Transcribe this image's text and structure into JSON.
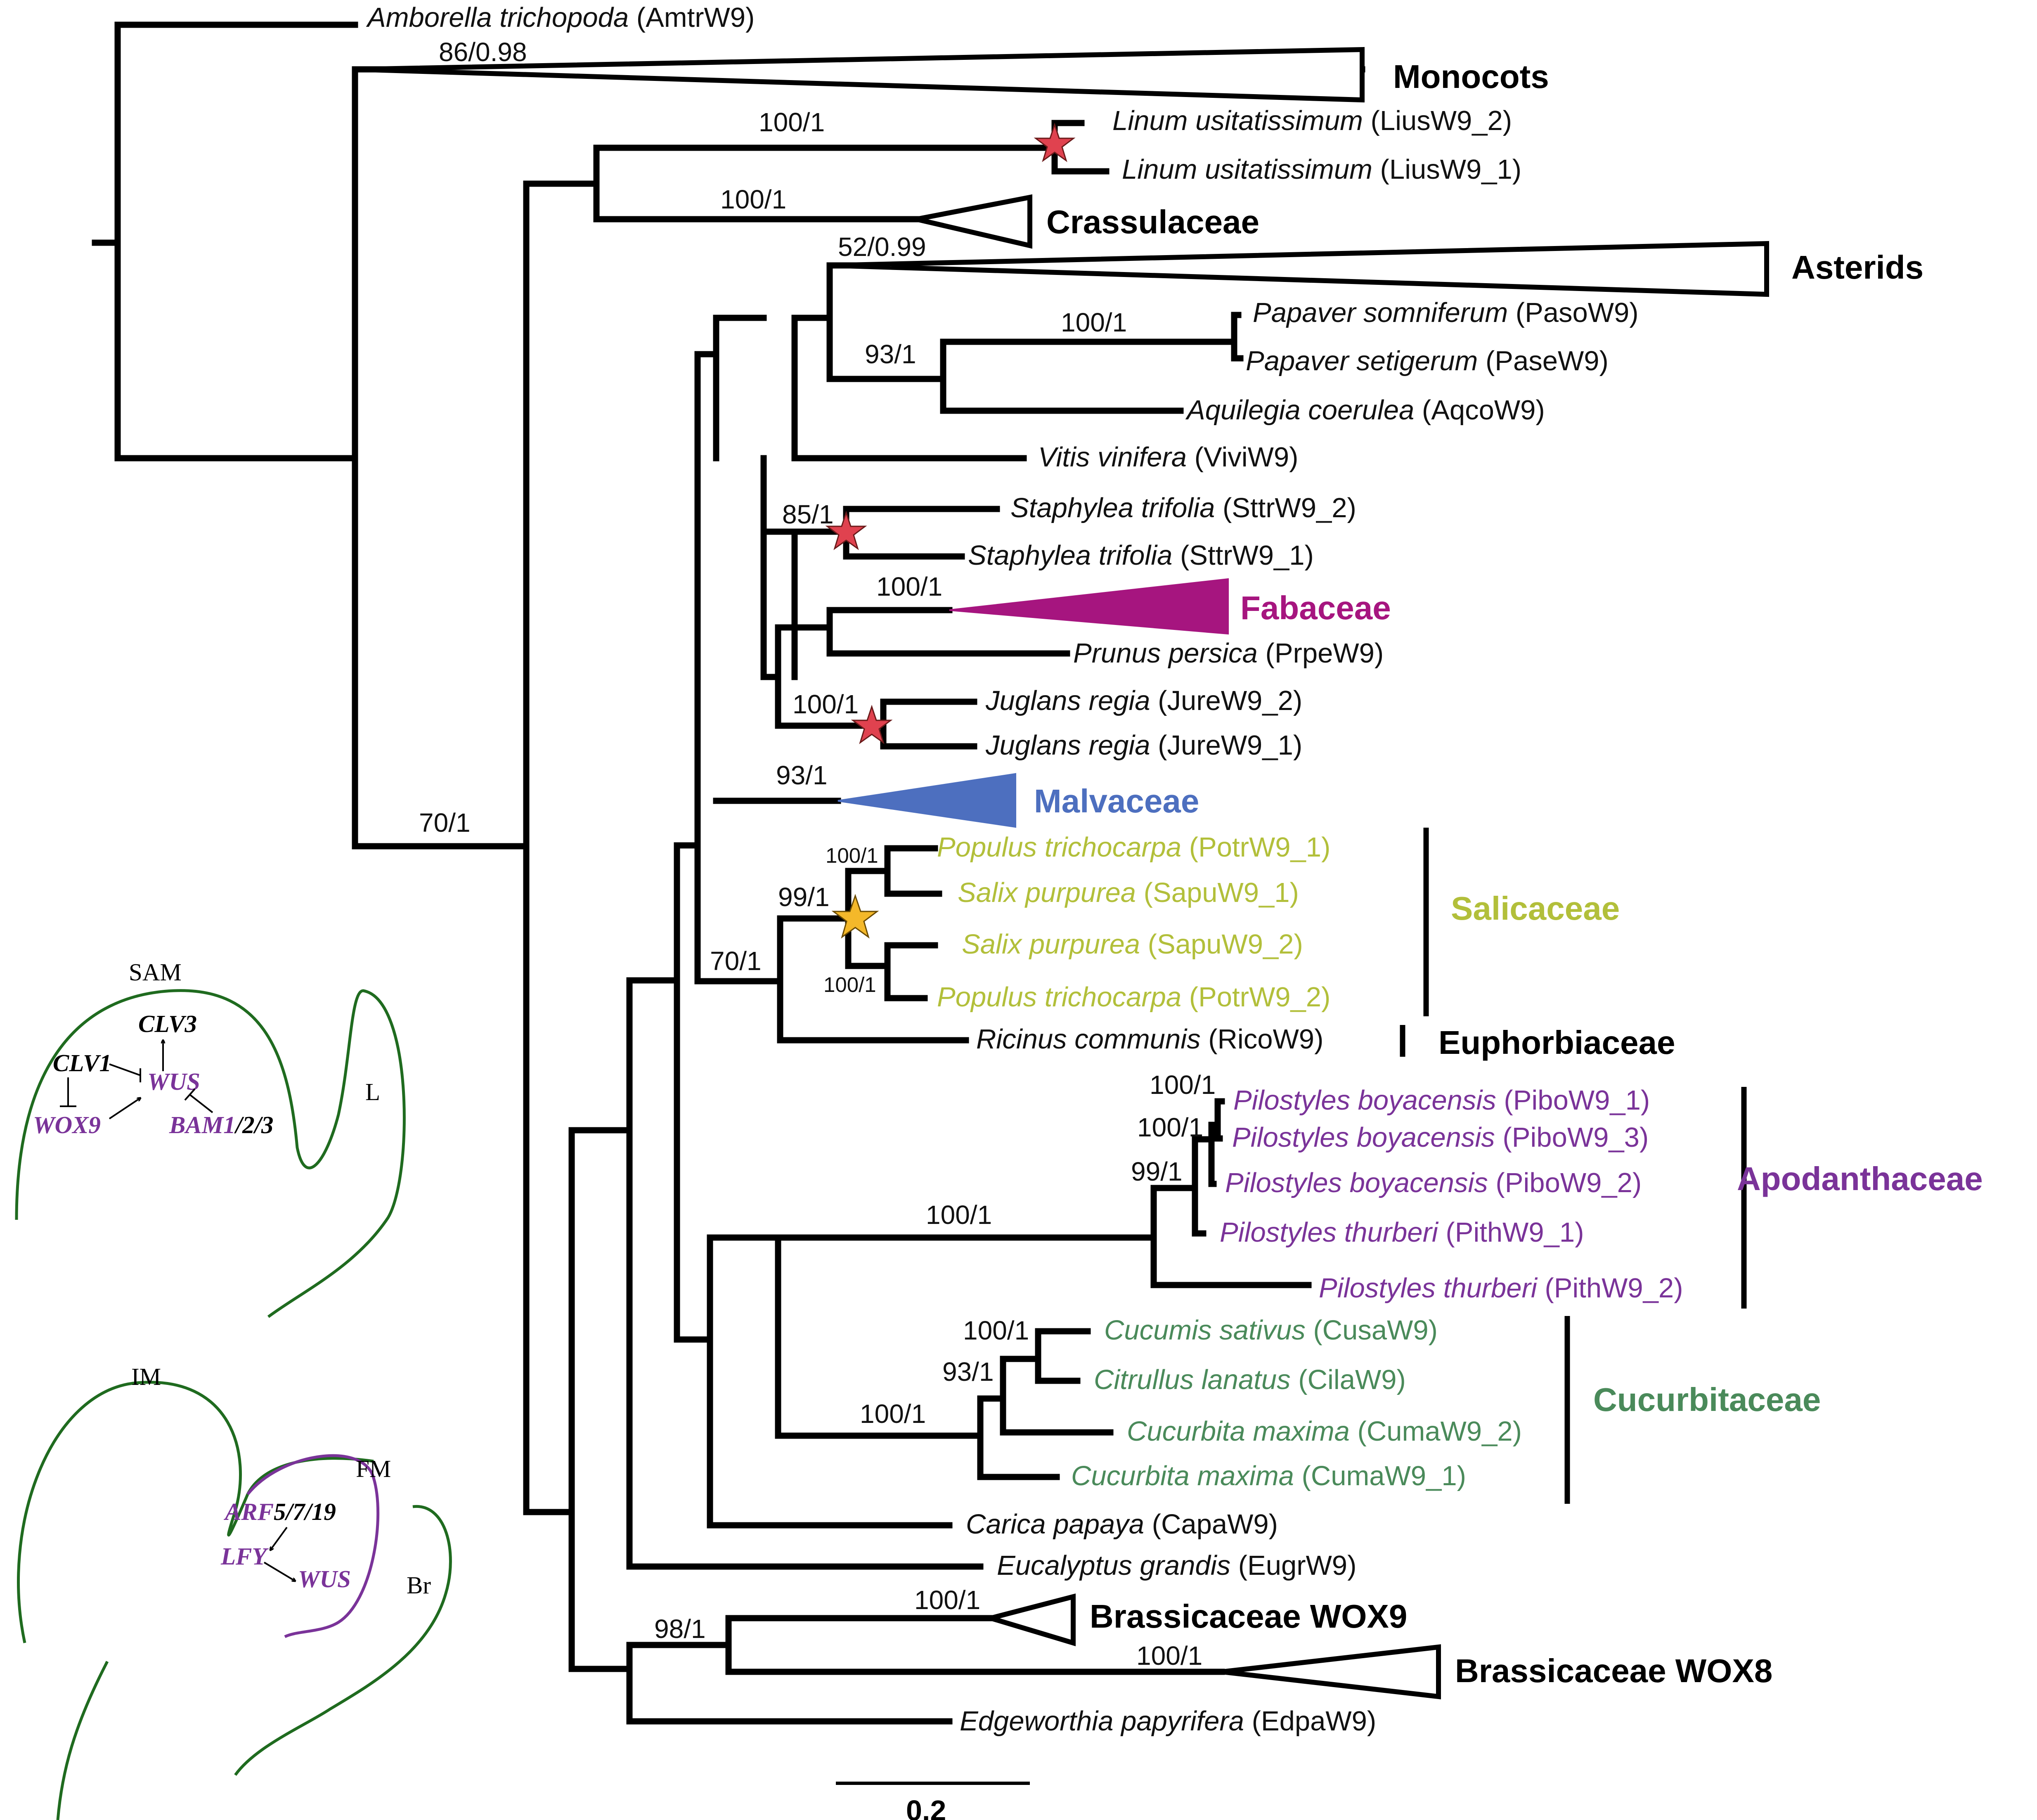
{
  "colors": {
    "black": "#111111",
    "fabaceae": "#a6157f",
    "malvaceae": "#4d6fbf",
    "salicaceae": "#b2bf3a",
    "apodanthaceae": "#7a3399",
    "cucurbitaceae": "#4a8a5a",
    "cartoon_outline": "#1f6b1f",
    "red_star": "#e0424f",
    "yellow_star": "#f4b82a"
  },
  "leaves": {
    "amborella": {
      "species": "Amborella trichopoda",
      "id": "(AmtrW9)"
    },
    "linum2": {
      "species": "Linum usitatissimum",
      "id": "(LiusW9_2)"
    },
    "linum1": {
      "species": "Linum usitatissimum",
      "id": "(LiusW9_1)"
    },
    "paso": {
      "species": "Papaver somniferum",
      "id": " (PasoW9)"
    },
    "pase": {
      "species": "Papaver setigerum",
      "id": " (PaseW9)"
    },
    "aqco": {
      "species": "Aquilegia coerulea",
      "id": "(AqcoW9)"
    },
    "vivi": {
      "species": "Vitis vinifera",
      "id": "(ViviW9)"
    },
    "sttr2": {
      "species": "Staphylea trifolia",
      "id": "(SttrW9_2)"
    },
    "sttr1": {
      "species": "Staphylea trifolia",
      "id": "(SttrW9_1)"
    },
    "prpe": {
      "species": "Prunus persica",
      "id": "(PrpeW9)"
    },
    "jure2": {
      "species": "Juglans regia",
      "id": "(JureW9_2)"
    },
    "jure1": {
      "species": "Juglans regia",
      "id": "(JureW9_1)"
    },
    "potr1": {
      "species": "Populus trichocarpa",
      "id": "(PotrW9_1)"
    },
    "sapu1": {
      "species": "Salix purpurea",
      "id": "(SapuW9_1)"
    },
    "sapu2": {
      "species": "Salix purpurea",
      "id": "(SapuW9_2)"
    },
    "potr2": {
      "species": "Populus trichocarpa",
      "id": "(PotrW9_2)"
    },
    "rico": {
      "species": "Ricinus communis",
      "id": "(RicoW9)"
    },
    "pibo1": {
      "species": "Pilostyles boyacensis",
      "id": "(PiboW9_1)"
    },
    "pibo3": {
      "species": "Pilostyles boyacensis",
      "id": "(PiboW9_3)"
    },
    "pibo2": {
      "species": "Pilostyles boyacensis",
      "id": "(PiboW9_2)"
    },
    "pith1": {
      "species": "Pilostyles thurberi",
      "id": "(PithW9_1)"
    },
    "pith2": {
      "species": "Pilostyles thurberi",
      "id": "(PithW9_2)"
    },
    "cusa": {
      "species": "Cucumis sativus",
      "id": "(CusaW9)"
    },
    "cila": {
      "species": "Citrullus lanatus",
      "id": "(CilaW9)"
    },
    "cuma2": {
      "species": "Cucurbita maxima",
      "id": "(CumaW9_2)"
    },
    "cuma1": {
      "species": "Cucurbita maxima",
      "id": "(CumaW9_1)"
    },
    "capa": {
      "species": "Carica papaya",
      "id": "(CapaW9)"
    },
    "eugr": {
      "species": "Eucalyptus grandis",
      "id": "(EugrW9)"
    },
    "edpa": {
      "species": "Edgeworthia papyrifera",
      "id": "(EdpaW9)"
    }
  },
  "clades": {
    "monocots": "Monocots",
    "crassulaceae": "Crassulaceae",
    "asterids": "Asterids",
    "fabaceae": "Fabaceae",
    "malvaceae": "Malvaceae",
    "salicaceae": "Salicaceae",
    "euphorbiaceae": "Euphorbiaceae",
    "apodanthaceae": "Apodanthaceae",
    "cucurbitaceae": "Cucurbitaceae",
    "brass_wox9": "Brassicaceae WOX9",
    "brass_wox8": "Brassicaceae WOX8"
  },
  "support": {
    "monocots": "86/0.98",
    "linum": "100/1",
    "crassulaceae": "100/1",
    "asterids": "52/0.99",
    "papaver": "100/1",
    "ranunc": "93/1",
    "staphylea": "85/1",
    "fabaceae": "100/1",
    "juglans": "100/1",
    "malvaceae": "93/1",
    "populus1": "100/1",
    "salic": "99/1",
    "populus2": "100/1",
    "malpig": "70/1",
    "eudicots": "70/1",
    "pibo1": "100/1",
    "pibo3": "100/1",
    "pibo_clade": "99/1",
    "apod": "100/1",
    "cusa": "100/1",
    "cucum": "93/1",
    "cucurb": "100/1",
    "brass9": "100/1",
    "brass8": "100/1",
    "brass": "98/1"
  },
  "scale_bar": "0.2",
  "cartoons": {
    "sam": {
      "title": "SAM",
      "clv3": "CLV3",
      "clv1": "CLV1",
      "wus": "WUS",
      "wox9": "WOX9",
      "bam_a": "BAM1",
      "bam_b": "/2/3",
      "leaf": "L"
    },
    "im": {
      "title": "IM",
      "fm": "FM",
      "arf_a": "ARF",
      "arf_b": "5/7/19",
      "lfy": "LFY",
      "wus": "WUS",
      "bract": "Br"
    }
  }
}
